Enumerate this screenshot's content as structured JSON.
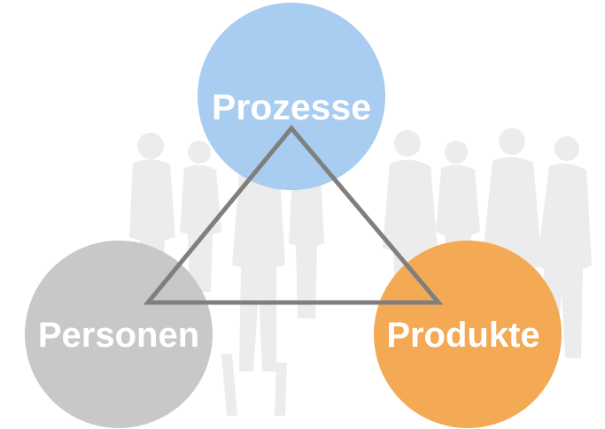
{
  "diagram": {
    "nodes": [
      {
        "id": "prozesse",
        "label": "Prozesse",
        "color": "#a8cdf0"
      },
      {
        "id": "personen",
        "label": "Personen",
        "color": "#c8c8c8"
      },
      {
        "id": "produkte",
        "label": "Produkte",
        "color": "#f4a955"
      }
    ],
    "connector_color": "#7f7f7f",
    "background_silhouette_color": "#ececec"
  }
}
